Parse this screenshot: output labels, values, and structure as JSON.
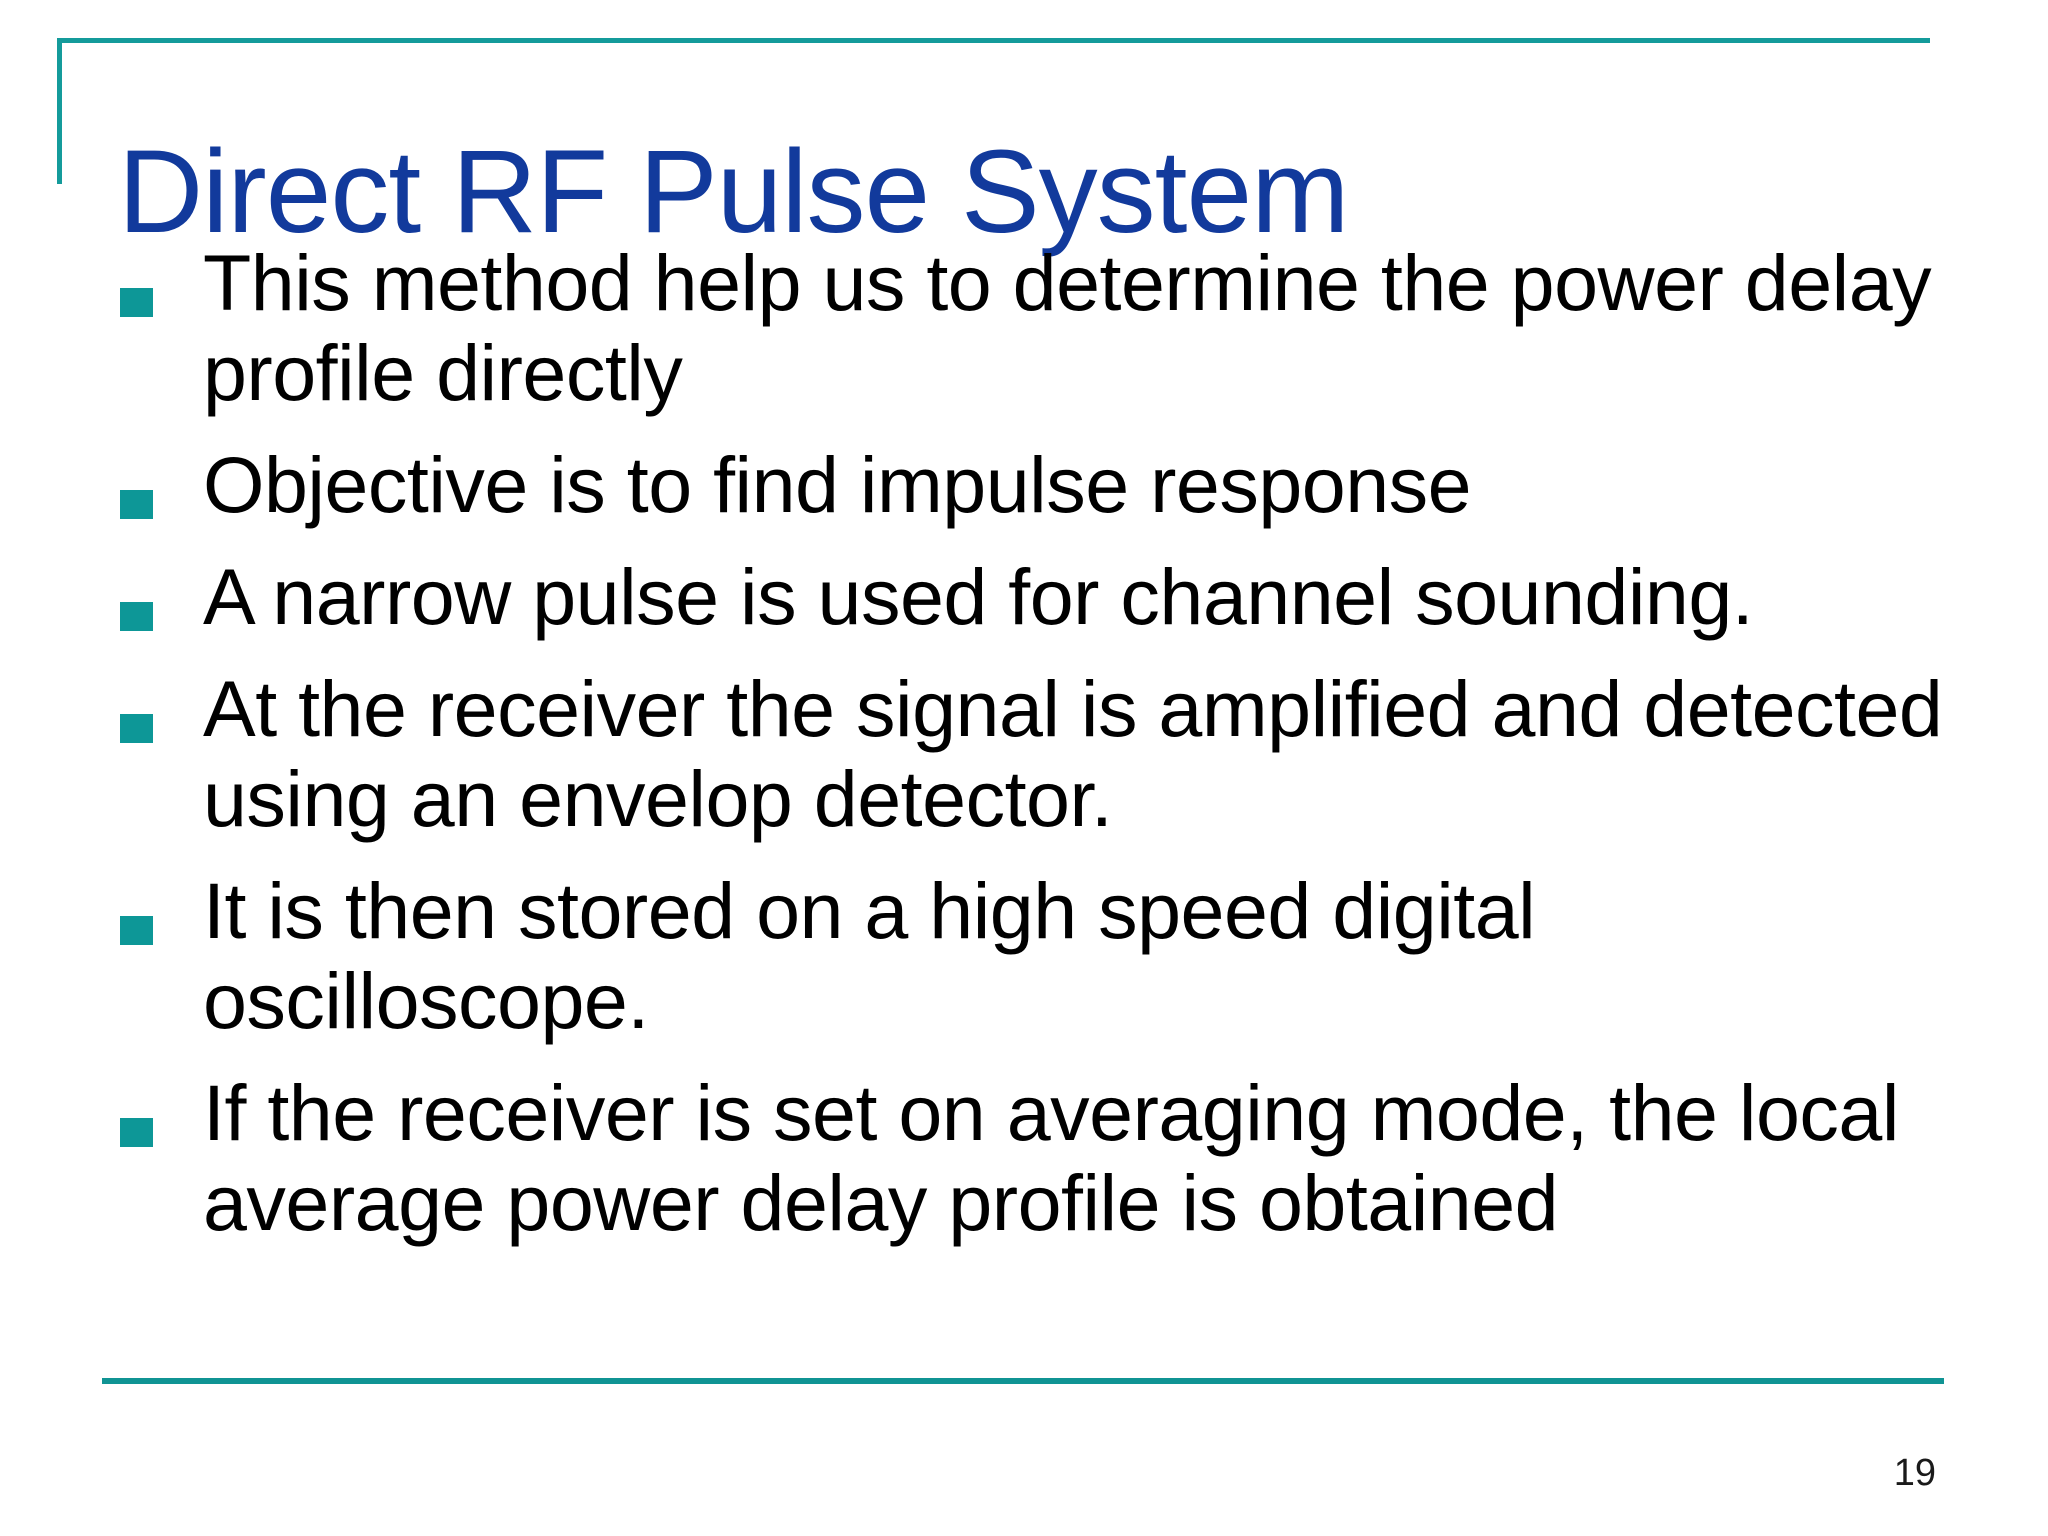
{
  "slide": {
    "title": "Direct RF Pulse System",
    "number": "19",
    "accent_color": "#0d9797",
    "title_color": "#123a9c",
    "background_color": "#ffffff",
    "body_text_color": "#000000",
    "bullets": [
      {
        "text": "This method help us to determine the power delay profile directly"
      },
      {
        "text": "Objective is to find impulse response"
      },
      {
        "text": "A narrow pulse is used for channel sounding."
      },
      {
        "text": "At the receiver the signal is amplified and detected using an envelop detector."
      },
      {
        "text": "It is then stored on a high speed digital oscilloscope."
      },
      {
        "text": "If the receiver is set on averaging mode, the local average power delay profile is obtained"
      }
    ]
  }
}
